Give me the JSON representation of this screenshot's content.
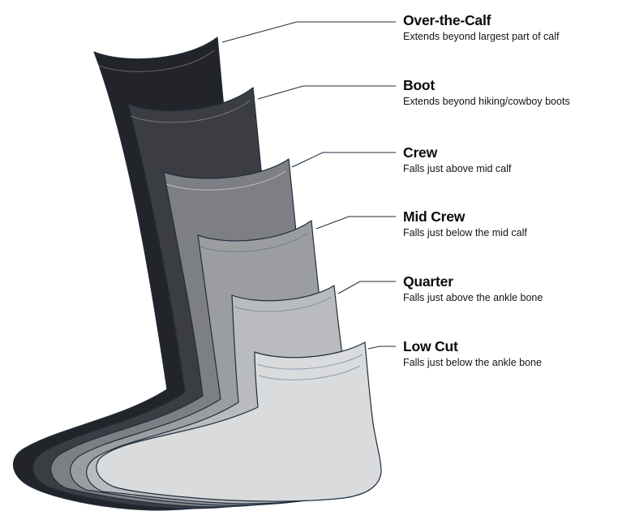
{
  "diagram": {
    "outline_color": "#1e2d3d",
    "background_color": "#ffffff",
    "items": [
      {
        "label": "Over-the-Calf",
        "description": "Extends beyond largest part of calf",
        "color": "#232429"
      },
      {
        "label": "Boot",
        "description": "Extends beyond hiking/cowboy boots",
        "color": "#3c3d43"
      },
      {
        "label": "Crew",
        "description": "Falls just above mid calf",
        "color": "#7e7f84"
      },
      {
        "label": "Mid Crew",
        "description": "Falls just below the mid calf",
        "color": "#9c9da1"
      },
      {
        "label": "Quarter",
        "description": "Falls just above the ankle bone",
        "color": "#babbbe"
      },
      {
        "label": "Low Cut",
        "description": "Falls just below the ankle bone",
        "color": "#dadbdd"
      }
    ]
  }
}
